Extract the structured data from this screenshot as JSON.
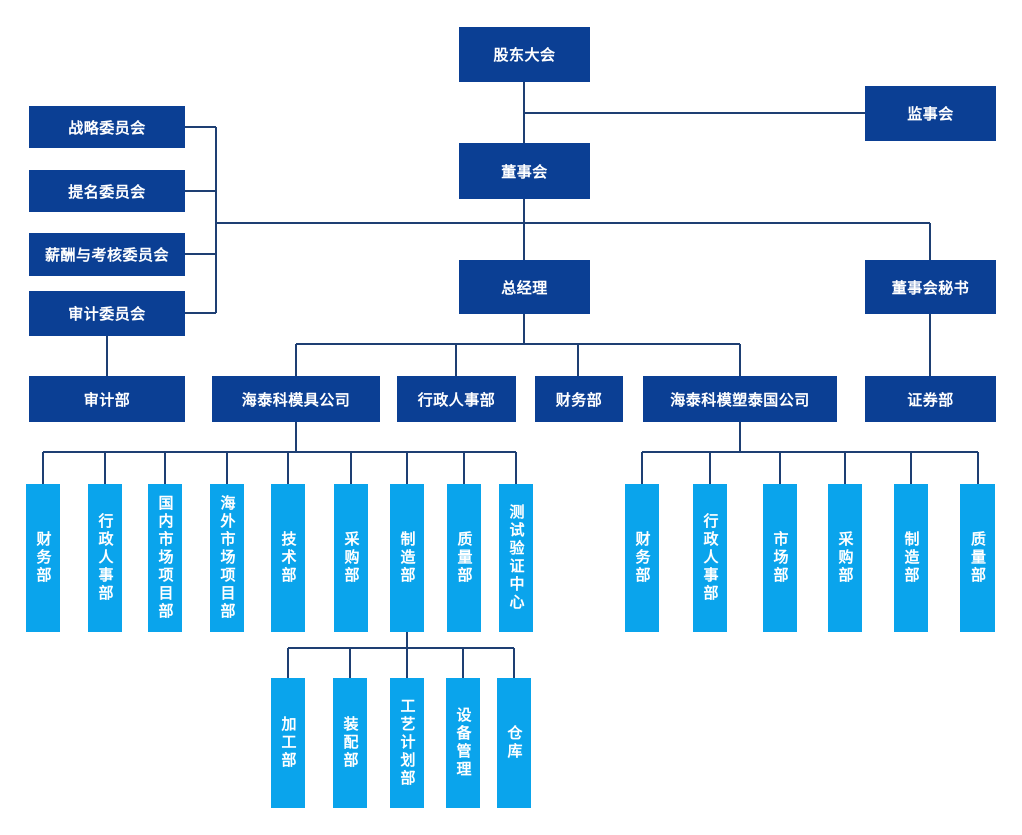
{
  "nodes": {
    "shareholders": "股东大会",
    "supervisory_board": "监事会",
    "board": "董事会",
    "general_manager": "总经理",
    "board_secretary": "董事会秘书",
    "committees": [
      "战略委员会",
      "提名委员会",
      "薪酬与考核委员会",
      "审计委员会"
    ],
    "audit_dept": "审计部",
    "securities_dept": "证券部",
    "gm_units": [
      "海泰科模具公司",
      "行政人事部",
      "财务部",
      "海泰科模塑泰国公司"
    ],
    "mold_company_depts": [
      "财务部",
      "行政人事部",
      "国内市场项目部",
      "海外市场项目部",
      "技术部",
      "采购部",
      "制造部",
      "质量部",
      "测试验证中心"
    ],
    "manufacturing_subdepts": [
      "加工部",
      "装配部",
      "工艺计划部",
      "设备管理",
      "仓库"
    ],
    "thailand_depts": [
      "财务部",
      "行政人事部",
      "市场部",
      "采购部",
      "制造部",
      "质量部"
    ]
  },
  "colors": {
    "dark_box": "#0b3f94",
    "light_box": "#0aa4ec",
    "connector": "#1e3f73"
  }
}
